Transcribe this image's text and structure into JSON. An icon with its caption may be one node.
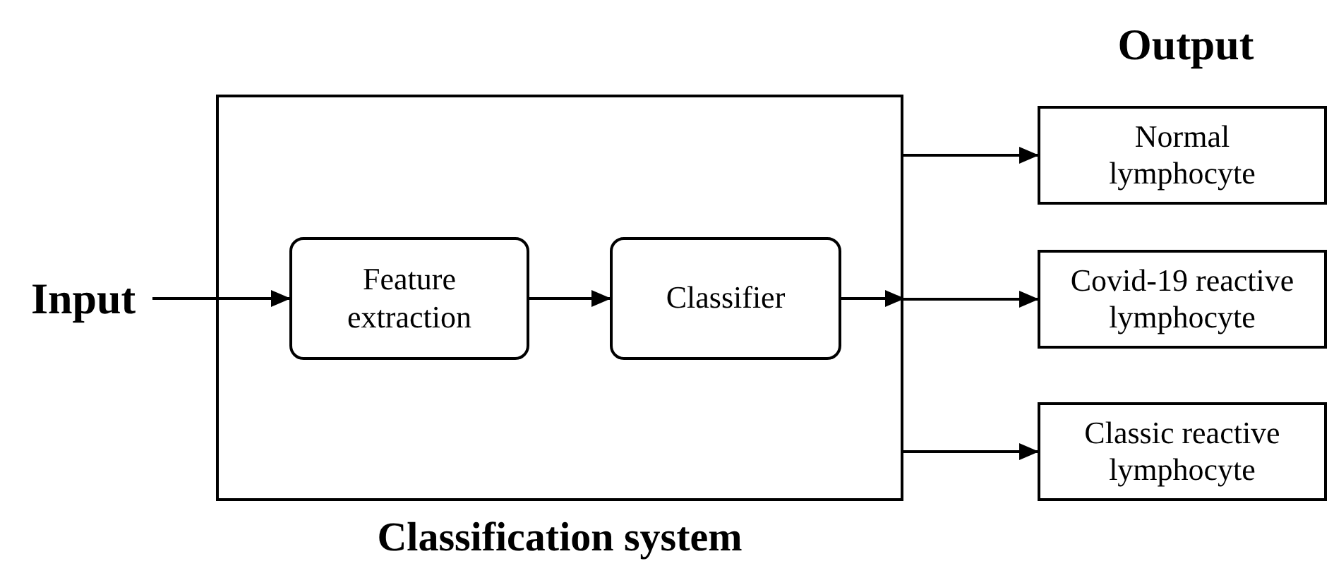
{
  "diagram": {
    "nodes": [
      {
        "text": [
          "Input"
        ]
      },
      {
        "text": [
          "Classification system"
        ]
      },
      {
        "text": [
          "Feature extraction"
        ],
        "in": 1
      },
      {
        "text": [
          "Classifier"
        ],
        "in": 1
      },
      {
        "text": [
          "Normal lymphocyte"
        ]
      },
      {
        "text": [
          "Covid-19 reactive lymphocyte"
        ]
      },
      {
        "text": [
          "Classic reactive lymphocyte"
        ]
      }
    ],
    "edges": [
      {
        "from": 0,
        "to": 2,
        "arrow": "to"
      },
      {
        "from": 2,
        "to": 3,
        "arrow": "to"
      },
      {
        "from": 3,
        "to": 1,
        "arrow": "to"
      },
      {
        "from": 1,
        "to": 4,
        "arrow": "to"
      },
      {
        "from": 1,
        "to": 5,
        "arrow": "to"
      },
      {
        "from": 1,
        "to": 6,
        "arrow": "to"
      }
    ],
    "labels": [
      "Output"
    ]
  }
}
